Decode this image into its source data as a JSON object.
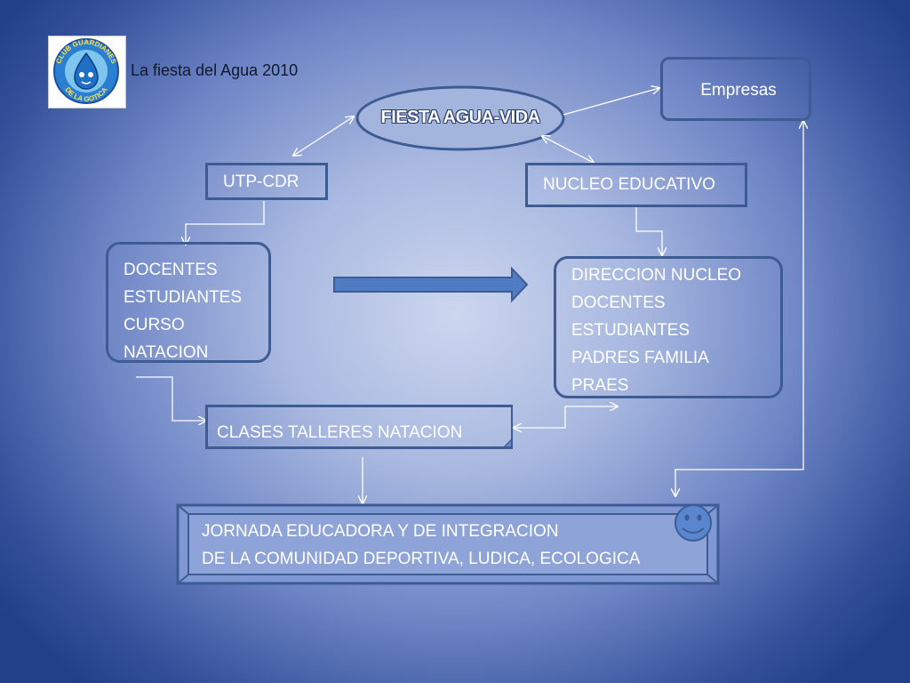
{
  "header": {
    "title": "La fiesta del Agua 2010"
  },
  "logo": {
    "text_top": "CLUB GUARDIANES",
    "text_bottom": "DE LA GOTICA"
  },
  "nodes": {
    "center": {
      "label": "FIESTA  AGUA-VIDA"
    },
    "empresas": {
      "label": "Empresas"
    },
    "utp": {
      "label": "UTP-CDR"
    },
    "nucleo": {
      "label": "NUCLEO EDUCATIVO"
    },
    "docentes": {
      "lines": [
        "DOCENTES",
        "ESTUDIANTES",
        "CURSO",
        "NATACION"
      ]
    },
    "direccion": {
      "lines": [
        "DIRECCION NUCLEO",
        "DOCENTES",
        "ESTUDIANTES",
        "PADRES FAMILIA",
        "PRAES"
      ]
    },
    "clases": {
      "label": "CLASES TALLERES  NATACION"
    },
    "jornada": {
      "lines": [
        "JORNADA EDUCADORA  Y DE  INTEGRACION",
        "DE LA COMUNIDAD DEPORTIVA, LUDICA, ECOLOGICA"
      ]
    }
  },
  "colors": {
    "border": "#3e5c94",
    "arrow_fill": "#4f7cc2",
    "connector": "#ffffff"
  },
  "icons": {
    "smiley": "smiley-icon",
    "big_arrow": "right-arrow-icon"
  }
}
